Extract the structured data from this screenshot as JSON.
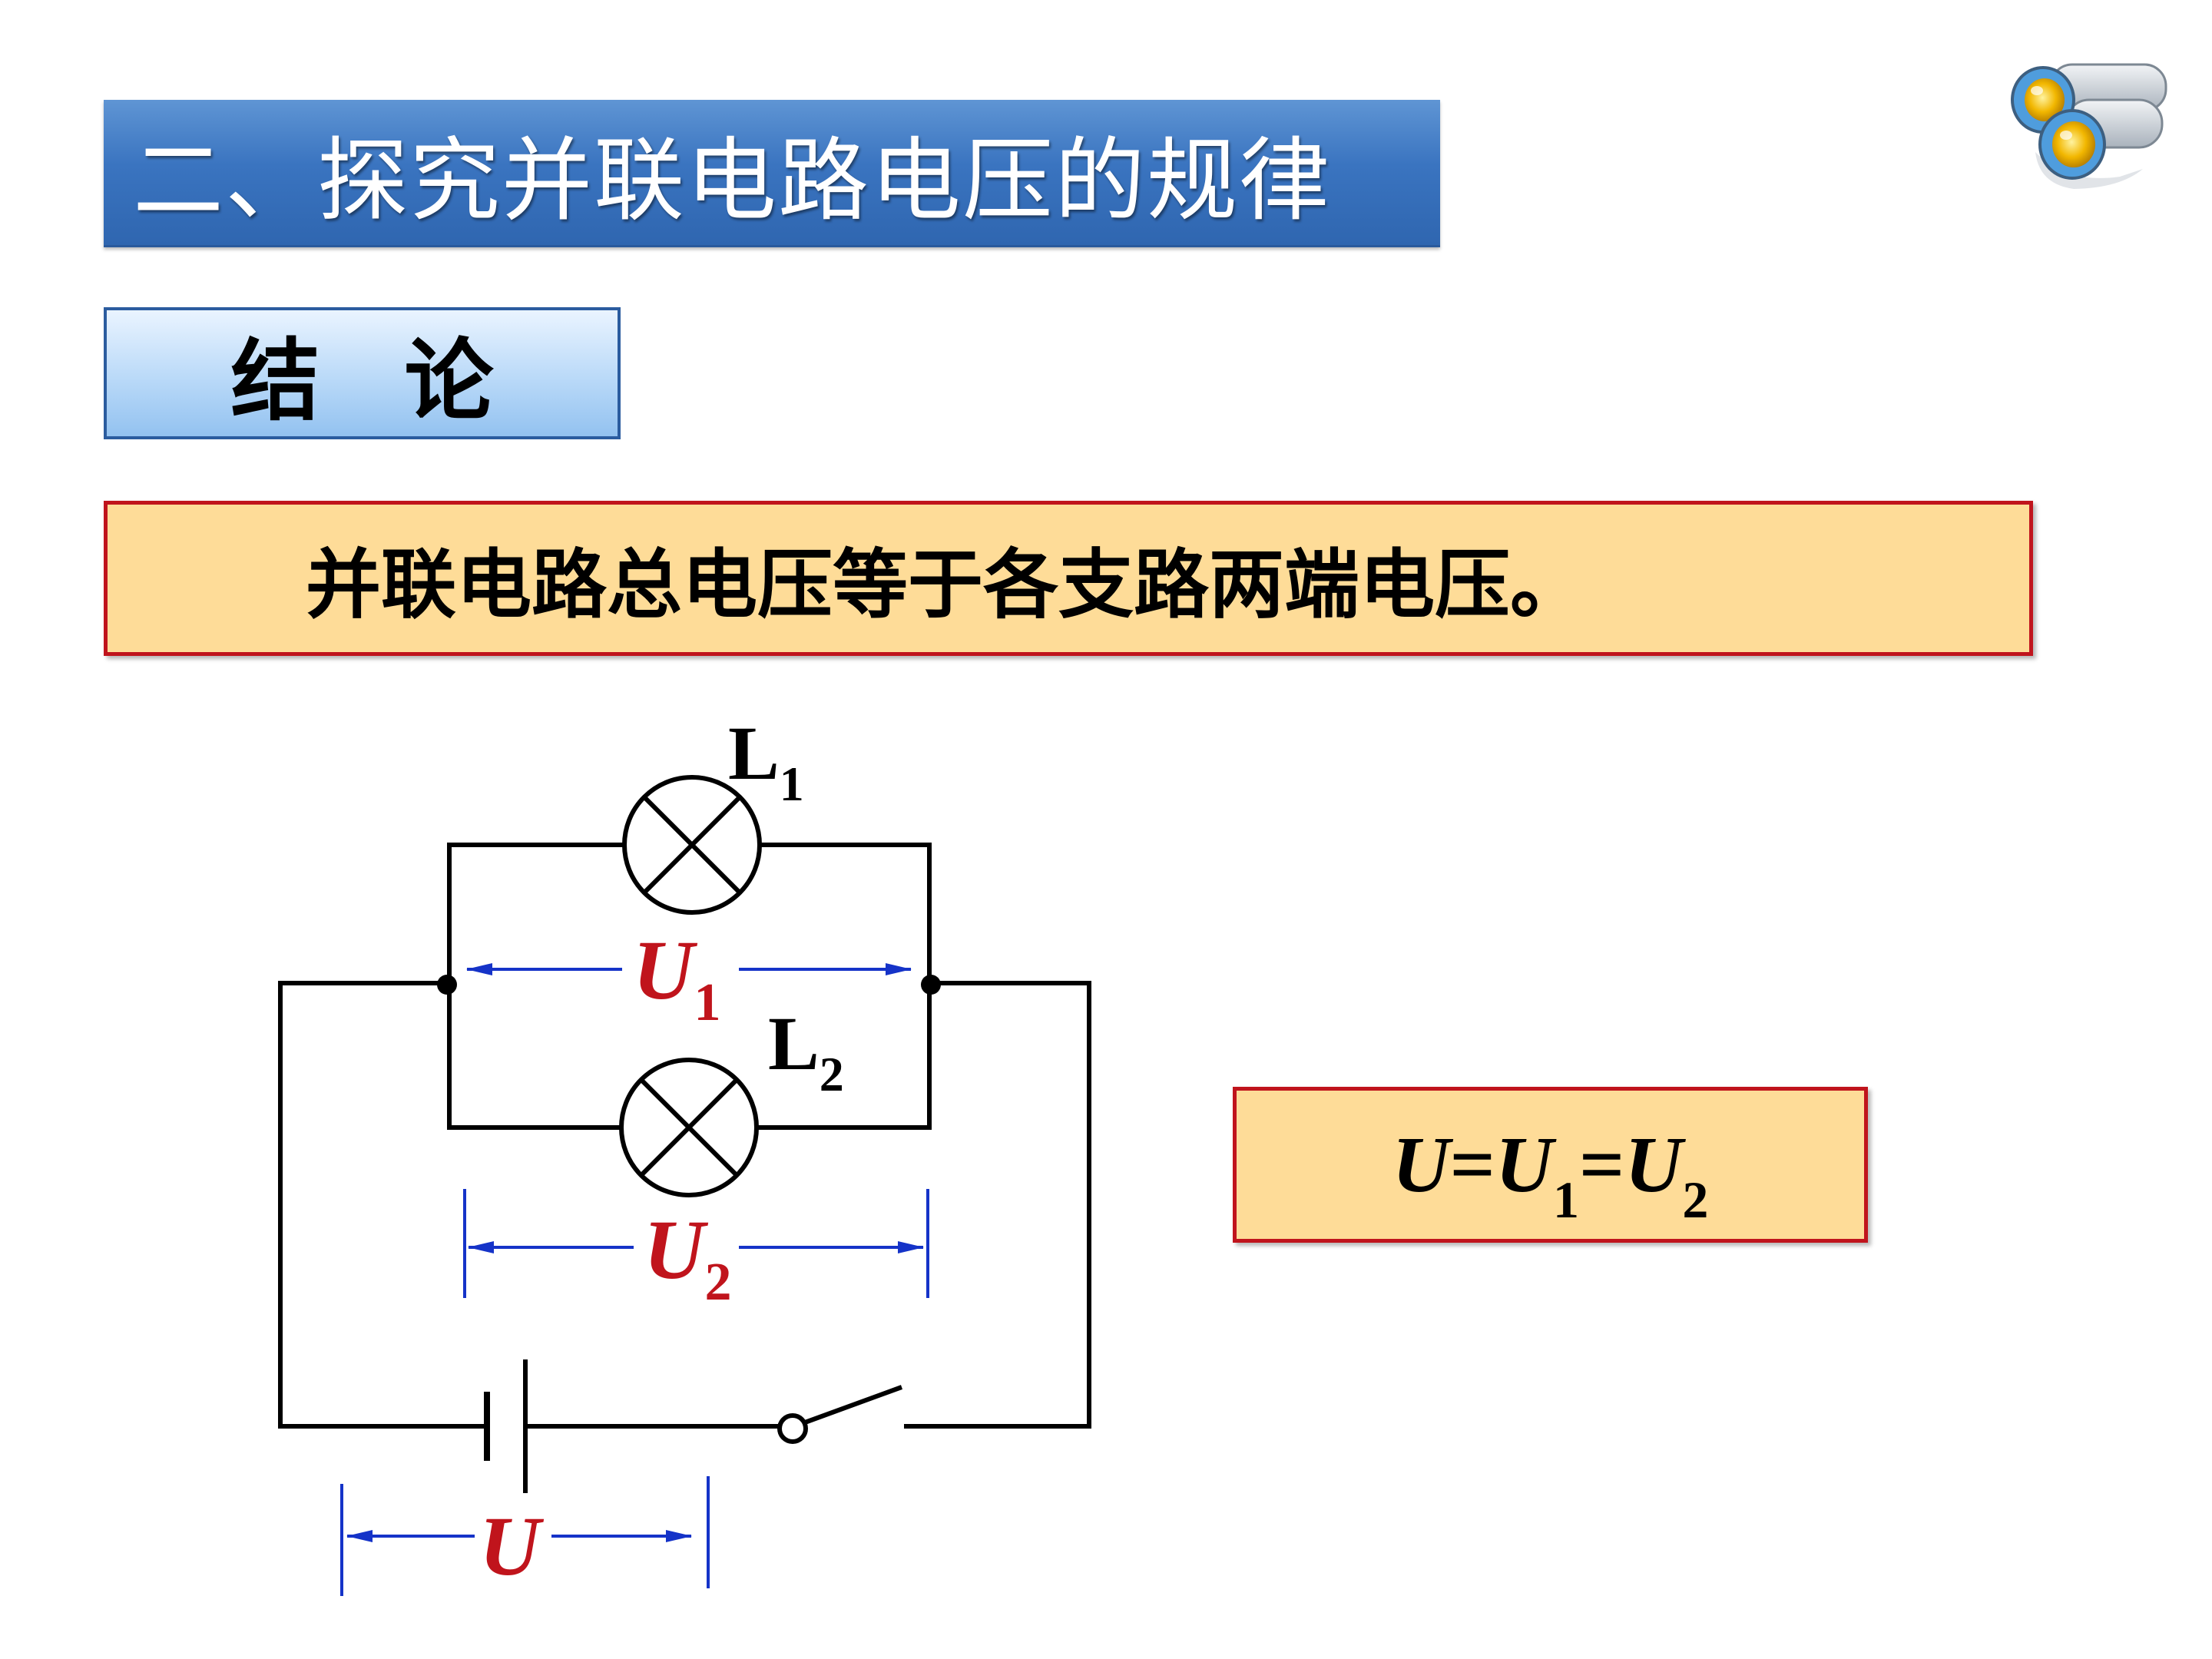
{
  "title": "二、探究并联电路电压的规律",
  "conclusion_label": "结论",
  "statement": "并联电路总电压等于各支路两端电压。",
  "formula": {
    "U": "U",
    "eq1": "=",
    "U1_base": "U",
    "U1_sub": "1",
    "eq2": "=",
    "U2_base": "U",
    "U2_sub": "2"
  },
  "diagram": {
    "lamp1": {
      "letter": "L",
      "sub": "1"
    },
    "lamp2": {
      "letter": "L",
      "sub": "2"
    },
    "voltage1": {
      "letter": "U",
      "sub": "1"
    },
    "voltage2": {
      "letter": "U",
      "sub": "2"
    },
    "voltage_total": {
      "letter": "U"
    }
  },
  "colors": {
    "title_bg": "#3a74c0",
    "label_bg": "#b9d9f8",
    "highlight_bg": "#fedc98",
    "highlight_border": "#c0141c",
    "voltage_red": "#c0141c",
    "arrow_blue": "#1533c8"
  },
  "icons": [
    "binoculars-icon"
  ]
}
